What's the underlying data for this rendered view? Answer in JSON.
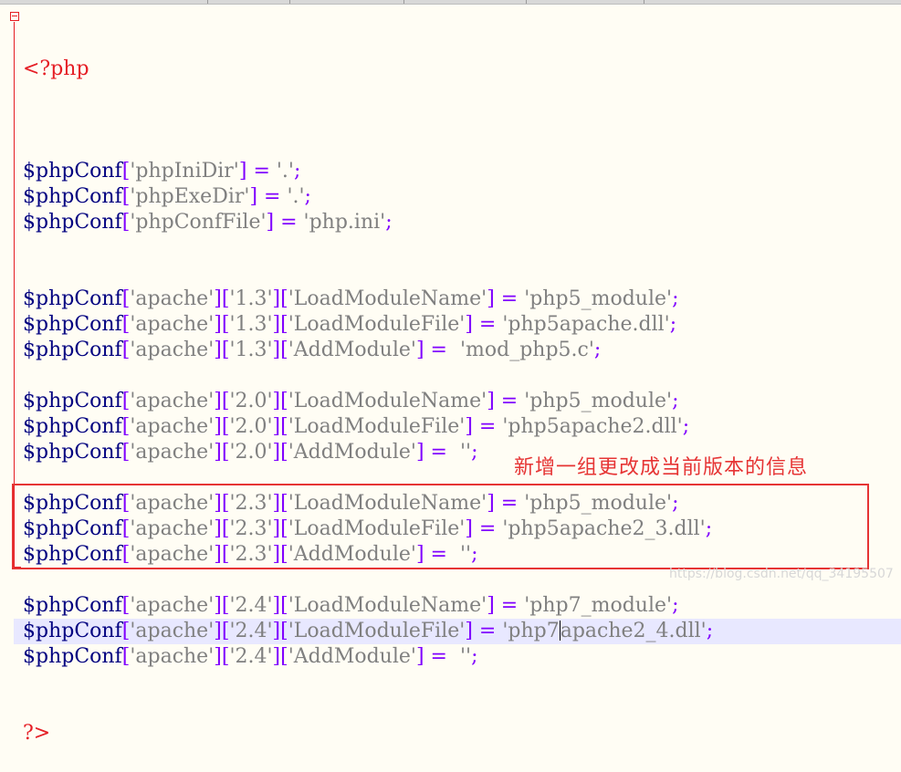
{
  "editor": {
    "open_tag": "<?php",
    "close_tag": "?>",
    "lines": [
      {
        "kind": "blank"
      },
      {
        "kind": "conf",
        "keys": [
          "phpIniDir"
        ],
        "value": "."
      },
      {
        "kind": "conf",
        "keys": [
          "phpExeDir"
        ],
        "value": "."
      },
      {
        "kind": "conf",
        "keys": [
          "phpConfFile"
        ],
        "value": "php.ini"
      },
      {
        "kind": "blank"
      },
      {
        "kind": "blank"
      },
      {
        "kind": "conf",
        "keys": [
          "apache",
          "1.3",
          "LoadModuleName"
        ],
        "value": "php5_module"
      },
      {
        "kind": "conf",
        "keys": [
          "apache",
          "1.3",
          "LoadModuleFile"
        ],
        "value": "php5apache.dll"
      },
      {
        "kind": "conf",
        "keys": [
          "apache",
          "1.3",
          "AddModule"
        ],
        "value": "mod_php5.c",
        "gap": true
      },
      {
        "kind": "blank"
      },
      {
        "kind": "conf",
        "keys": [
          "apache",
          "2.0",
          "LoadModuleName"
        ],
        "value": "php5_module"
      },
      {
        "kind": "conf",
        "keys": [
          "apache",
          "2.0",
          "LoadModuleFile"
        ],
        "value": "php5apache2.dll"
      },
      {
        "kind": "conf",
        "keys": [
          "apache",
          "2.0",
          "AddModule"
        ],
        "value": "",
        "gap": true
      },
      {
        "kind": "blank"
      },
      {
        "kind": "conf",
        "keys": [
          "apache",
          "2.3",
          "LoadModuleName"
        ],
        "value": "php5_module"
      },
      {
        "kind": "conf",
        "keys": [
          "apache",
          "2.3",
          "LoadModuleFile"
        ],
        "value": "php5apache2_3.dll"
      },
      {
        "kind": "conf",
        "keys": [
          "apache",
          "2.3",
          "AddModule"
        ],
        "value": "",
        "gap": true
      },
      {
        "kind": "blank"
      },
      {
        "kind": "conf",
        "keys": [
          "apache",
          "2.4",
          "LoadModuleName"
        ],
        "value": "php7_module"
      },
      {
        "kind": "conf",
        "keys": [
          "apache",
          "2.4",
          "LoadModuleFile"
        ],
        "value": "php7apache2_4.dll",
        "current": true,
        "caret_after": 4
      },
      {
        "kind": "conf",
        "keys": [
          "apache",
          "2.4",
          "AddModule"
        ],
        "value": "",
        "gap": true
      }
    ],
    "var_name": "$phpConf"
  },
  "annotation": {
    "text": "新增一组更改成当前版本的信息",
    "color": "#e63434"
  },
  "watermark": "https://blog.csdn.net/qq_34195507"
}
